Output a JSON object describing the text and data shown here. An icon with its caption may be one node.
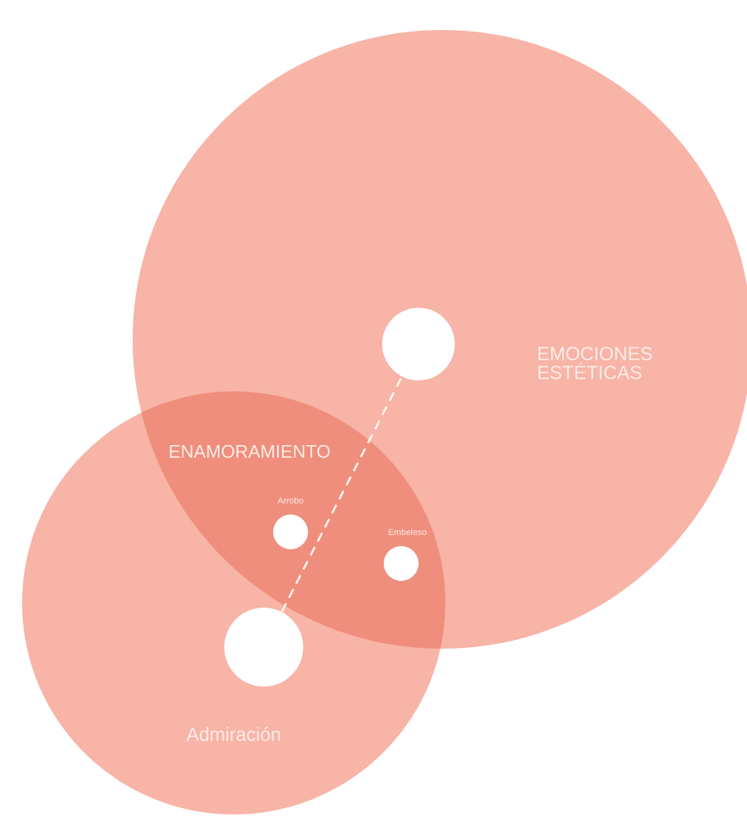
{
  "diagram": {
    "nodes": [
      {
        "text": [
          "EMOCIONES ESTÉTICAS"
        ]
      },
      {
        "text": [],
        "shape": "circle",
        "in": 0
      },
      {
        "text": [
          "ENAMORAMIENTO"
        ]
      },
      {
        "text": [],
        "shape": "circle",
        "beside": [
          "Arrobo"
        ]
      },
      {
        "text": [],
        "shape": "circle",
        "beside": [
          "Embeleso"
        ]
      },
      {
        "text": [
          "Admiración"
        ]
      },
      {
        "text": [],
        "shape": "circle",
        "in": 5
      }
    ],
    "edges": [
      {
        "from": 6,
        "to": 1,
        "arrow": "none",
        "style": "dashed",
        "color": "#fff4f0"
      }
    ]
  }
}
